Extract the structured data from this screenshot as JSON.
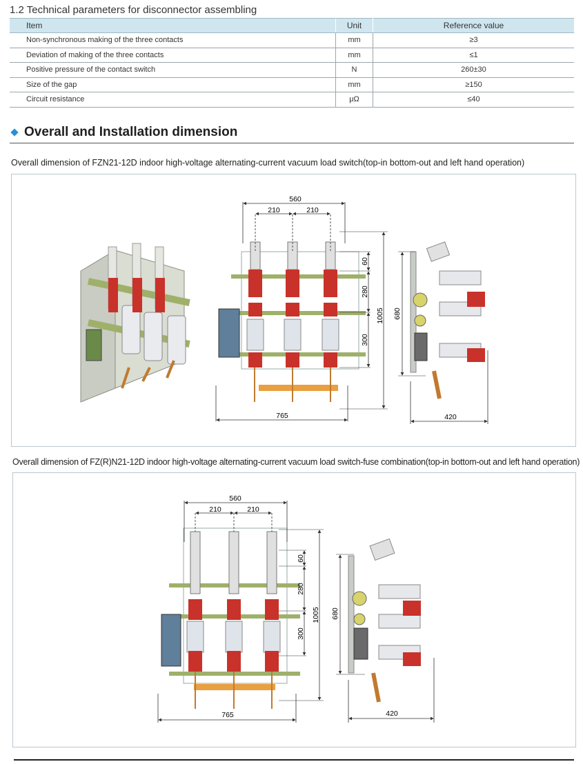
{
  "section_1_2": {
    "title": "1.2 Technical parameters for disconnector assembling",
    "table": {
      "headers": {
        "item": "Item",
        "unit": "Unit",
        "reference": "Reference value"
      },
      "rows": [
        {
          "item": "Non-synchronous making of the three contacts",
          "unit": "mm",
          "reference": "≥3"
        },
        {
          "item": "Deviation of making of the three contacts",
          "unit": "mm",
          "reference": "≤1"
        },
        {
          "item": "Positive pressure of the contact switch",
          "unit": "N",
          "reference": "260±30"
        },
        {
          "item": "Size of the gap",
          "unit": "mm",
          "reference": "≥150"
        },
        {
          "item": "Circuit resistance",
          "unit": "μΩ",
          "reference": "≤40"
        }
      ]
    }
  },
  "overall": {
    "heading": "Overall and Installation dimension",
    "accent_color": "#2a8fd0"
  },
  "figure1": {
    "caption": "Overall dimension of FZN21-12D indoor high-voltage alternating-current vacuum load switch(top-in bottom-out and left hand operation)",
    "dims": {
      "d560": "560",
      "d210a": "210",
      "d210b": "210",
      "d60": "60",
      "d280": "280",
      "d1005": "1005",
      "d300": "300",
      "d680": "680",
      "d765": "765",
      "d420": "420"
    }
  },
  "figure2": {
    "caption": "Overall dimension of FZ(R)N21-12D indoor high-voltage alternating-current vacuum load switch-fuse combination(top-in bottom-out and left hand operation)",
    "dims": {
      "d560": "560",
      "d210a": "210",
      "d210b": "210",
      "d60": "60",
      "d280": "280",
      "d1005": "1005",
      "d300": "300",
      "d680": "680",
      "d765": "765",
      "d420": "420"
    }
  },
  "colors": {
    "red_part": "#c8322a",
    "orange_bar": "#e8a040",
    "green_frame": "#9fb06a",
    "table_header": "#cfe6ef"
  }
}
